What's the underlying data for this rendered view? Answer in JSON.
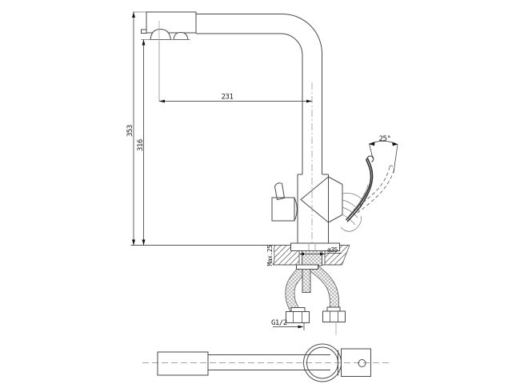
{
  "drawing": {
    "background": "#ffffff",
    "outline_color": "#4a4a4a",
    "dimension_color": "#2b2b2b",
    "centerline_color": "#999999",
    "labels": {
      "spout_reach_mm": "231",
      "total_height_mm": "353",
      "spout_outlet_height_mm": "316",
      "handle_swing_angle": "25°",
      "max_deck_thickness": "Max.25",
      "mounting_hole_diameter": "ø35",
      "supply_hose_thread": "G1/2"
    }
  }
}
